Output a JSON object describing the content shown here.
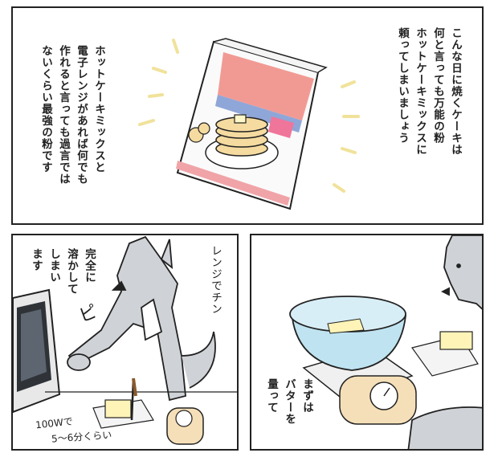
{
  "panel1": {
    "narration_right": [
      "こんな日に焼くケーキは",
      "何と言っても万能の粉",
      "ホットケーキミックスに",
      "頼ってしまいましょう"
    ],
    "narration_left": [
      "ホットケーキミックスと",
      "電子レンジがあれば何でも",
      "作れると言っても過言では",
      "ないくらい最強の粉です"
    ]
  },
  "panel2": {
    "narration": [
      "完全に",
      "溶かして",
      "しまい",
      "ます"
    ],
    "speech": "レンジでチン",
    "sfx": "ピ",
    "note_line1": "100Wで",
    "note_line2": "5～6分くらい"
  },
  "panel3": {
    "narration": [
      "まずは",
      "バターを",
      "量って"
    ]
  },
  "colors": {
    "line": "#222222",
    "wolf_gray": "#cfd2d6",
    "bag_pink": "#f19a94",
    "bag_blue": "#8fa6d8",
    "label_pink": "#f0759a",
    "pancake": "#f5dba0",
    "sparkle": "#f3e8a8",
    "bowl_blue": "#bfe3f0"
  }
}
